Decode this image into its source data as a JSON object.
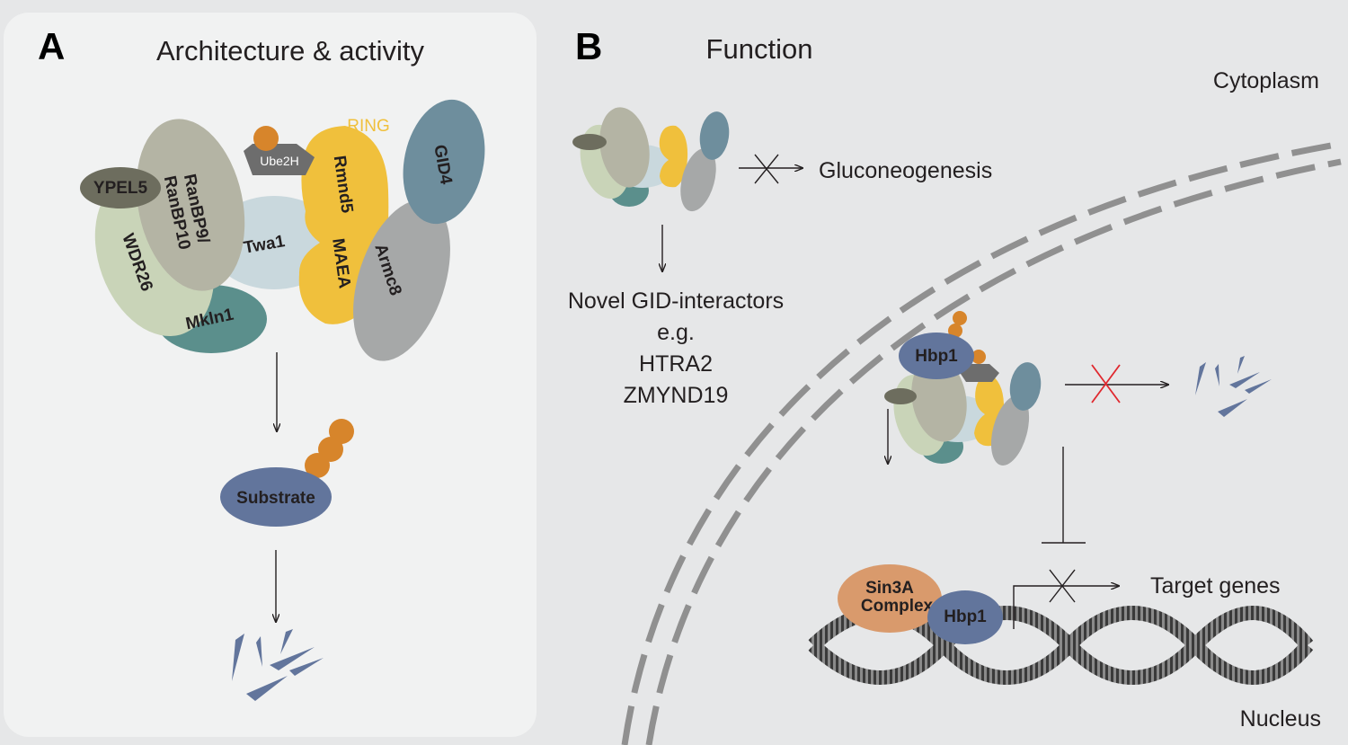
{
  "panel_a": {
    "letter": "A",
    "title": "Architecture & activity",
    "proteins": {
      "ypel5": "YPEL5",
      "ranbp9_line1": "RanBP9/",
      "ranbp9_line2": "RanBP10",
      "wdr26": "WDR26",
      "mkln1": "Mkln1",
      "twa1": "Twa1",
      "ube2h": "Ube2H",
      "ring": "RING",
      "rmnd5": "Rmnd5",
      "maea": "MAEA",
      "gid4": "GID4",
      "armc8": "Armc8"
    },
    "substrate": "Substrate"
  },
  "panel_b": {
    "letter": "B",
    "title": "Function",
    "cytoplasm": "Cytoplasm",
    "nucleus": "Nucleus",
    "gluconeogenesis": "Gluconeogenesis",
    "interactors": [
      "Novel GID-interactors",
      "e.g.",
      "HTRA2",
      "ZMYND19"
    ],
    "hbp1_top": "Hbp1",
    "sin3a_line1": "Sin3A",
    "sin3a_line2": "Complex",
    "hbp1_dna": "Hbp1",
    "target_genes": "Target genes"
  },
  "colors": {
    "background": "#e6e7e8",
    "panel_a_bg": "#f1f2f2",
    "ubiquitin": "#d7852b",
    "ring_yellow": "#f0c03c",
    "substrate_blue": "#62759c",
    "inhibit_red": "#e0282e"
  }
}
